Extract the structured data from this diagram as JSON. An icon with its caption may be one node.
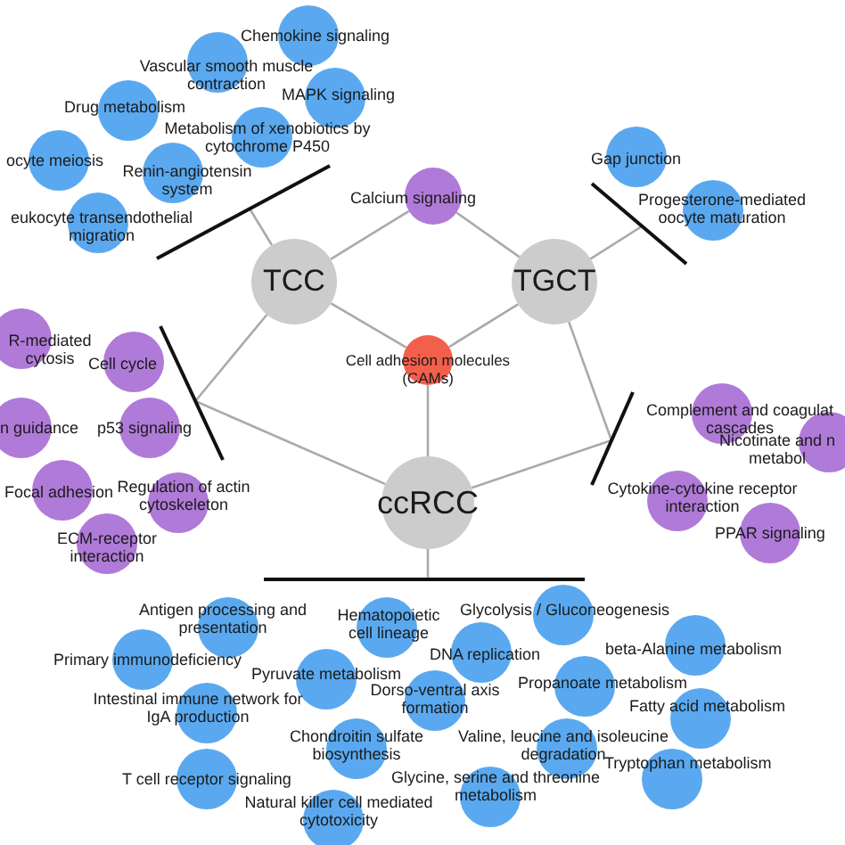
{
  "diagram": {
    "nodes": [
      {
        "text": [
          "Chemokine signaling"
        ]
      },
      {
        "text": [
          "Vascular smooth muscle contraction"
        ]
      },
      {
        "text": [
          "MAPK signaling"
        ]
      },
      {
        "text": [
          "Drug metabolism"
        ]
      },
      {
        "text": [
          "Metabolism of xenobiotics by cytochrome P450"
        ]
      },
      {
        "text": [
          "ocyte meiosis"
        ]
      },
      {
        "text": [
          "Renin-angiotensin system"
        ]
      },
      {
        "text": [
          "eukocyte transendothelial migration"
        ]
      },
      {
        "text": [],
        "shape": "bar"
      },
      {
        "text": [
          "Gap junction"
        ]
      },
      {
        "text": [
          "Progesterone-mediated oocyte maturation"
        ]
      },
      {
        "text": [],
        "shape": "bar"
      },
      {
        "text": [
          "Calcium signaling"
        ]
      },
      {
        "text": [
          "TCC"
        ]
      },
      {
        "text": [
          "TGCT"
        ]
      },
      {
        "text": [
          "Cell adhesion molecules (CAMs)"
        ]
      },
      {
        "text": [
          "R-mediated cytosis"
        ]
      },
      {
        "text": [
          "Cell cycle"
        ]
      },
      {
        "text": [
          "n guidance"
        ]
      },
      {
        "text": [
          "p53 signaling"
        ]
      },
      {
        "text": [],
        "shape": "bar"
      },
      {
        "text": [
          "Focal adhesion"
        ]
      },
      {
        "text": [
          "Regulation of actin cytoskeleton"
        ]
      },
      {
        "text": [
          "ECM-receptor interaction"
        ]
      },
      {
        "text": [
          "Complement and coagulat cascades"
        ]
      },
      {
        "text": [
          "Nicotinate and n metabol"
        ]
      },
      {
        "text": [],
        "shape": "bar"
      },
      {
        "text": [
          "Cytokine-cytokine receptor interaction"
        ]
      },
      {
        "text": [
          "PPAR signaling"
        ]
      },
      {
        "text": [
          "ccRCC"
        ]
      },
      {
        "text": [],
        "shape": "bar"
      },
      {
        "text": [
          "Antigen processing and presentation"
        ]
      },
      {
        "text": [
          "Hematopoietic cell lineage"
        ]
      },
      {
        "text": [
          "Glycolysis / Gluconeogenesis"
        ]
      },
      {
        "text": [
          "Primary immunodeficiency"
        ]
      },
      {
        "text": [
          "DNA replication"
        ]
      },
      {
        "text": [
          "beta-Alanine metabolism"
        ]
      },
      {
        "text": [
          "Pyruvate metabolism"
        ]
      },
      {
        "text": [
          "Dorso-ventral axis formation"
        ]
      },
      {
        "text": [
          "Propanoate metabolism"
        ]
      },
      {
        "text": [
          "Intestinal immune network for IgA production"
        ]
      },
      {
        "text": [
          "Fatty acid metabolism"
        ]
      },
      {
        "text": [
          "Chondroitin sulfate biosynthesis"
        ]
      },
      {
        "text": [
          "Valine, leucine and isoleucine degradation"
        ]
      },
      {
        "text": [
          "Tryptophan metabolism"
        ]
      },
      {
        "text": [
          "T cell receptor signaling"
        ]
      },
      {
        "text": [
          "Glycine, serine and threonine metabolism"
        ]
      },
      {
        "text": [
          "Natural killer cell mediated cytotoxicity"
        ]
      }
    ],
    "edges": [
      {
        "from": 13,
        "to": 8,
        "arrow": "none"
      },
      {
        "from": 13,
        "to": 12,
        "arrow": "none"
      },
      {
        "from": 12,
        "to": 14,
        "arrow": "none"
      },
      {
        "from": 14,
        "to": 11,
        "arrow": "none"
      },
      {
        "from": 13,
        "to": 15,
        "arrow": "none"
      },
      {
        "from": 14,
        "to": 15,
        "arrow": "none"
      },
      {
        "from": 15,
        "to": 29,
        "arrow": "none"
      },
      {
        "from": 13,
        "to": 20,
        "arrow": "none"
      },
      {
        "from": 29,
        "to": 20,
        "arrow": "none"
      },
      {
        "from": 14,
        "to": 26,
        "arrow": "none"
      },
      {
        "from": 29,
        "to": 26,
        "arrow": "none"
      },
      {
        "from": 29,
        "to": 30,
        "arrow": "none"
      }
    ]
  }
}
